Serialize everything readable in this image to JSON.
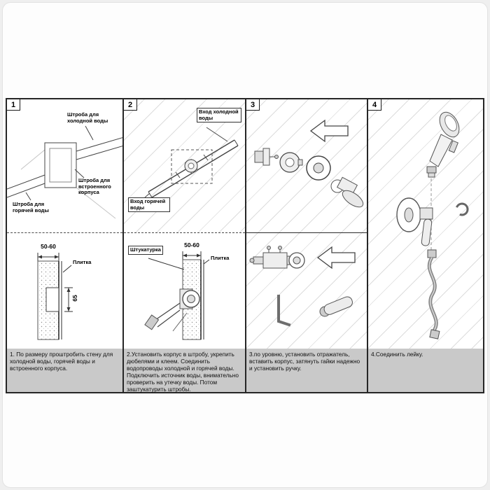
{
  "sheet": {
    "panels": [
      {
        "number": "1",
        "labels": {
          "cold": "Штроба для холодной воды",
          "body": "Штроба для встроенного корпуса",
          "hot": "Штроба для горячей воды"
        },
        "dims": {
          "width": "50-60",
          "tile": "Плитка",
          "depth": "65"
        },
        "caption": "1. По размеру проштробить стену для холодной воды, горячей воды и встроенного корпуса."
      },
      {
        "number": "2",
        "labels": {
          "cold_inlet": "Вход холодной воды",
          "hot_inlet": "Вход горячей воды",
          "plaster": "Штукатурка"
        },
        "dims": {
          "width": "50-60",
          "tile": "Плитка"
        },
        "caption": "2.Установить корпус в штробу, укрепить дюбелями и клеем. Соединить водопроводы холодной и горячей воды. Подключить источник воды, внимательно проверить на утечку воды. Потом заштукатурить штробы."
      },
      {
        "number": "3",
        "caption": "3.по уровню, установить отражатель, вставить корпус, затянуть гайки надежно и установить ручку."
      },
      {
        "number": "4",
        "caption": "4.Соединить лейку."
      }
    ]
  }
}
